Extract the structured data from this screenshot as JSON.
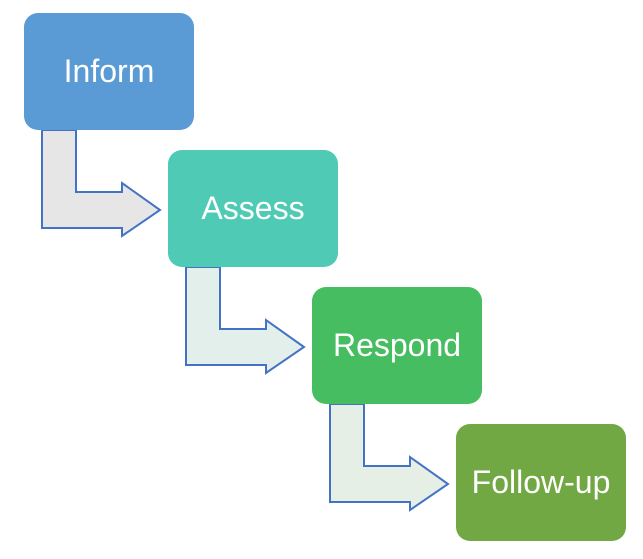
{
  "steps": [
    {
      "label": "Inform",
      "color": "#5b9bd5"
    },
    {
      "label": "Assess",
      "color": "#4fcab4"
    },
    {
      "label": "Respond",
      "color": "#46bd60"
    },
    {
      "label": "Follow-up",
      "color": "#72a844"
    }
  ],
  "arrows": [
    {
      "fill": "#e6e6e6",
      "stroke": "#4472c4"
    },
    {
      "fill": "#e2efea",
      "stroke": "#4472c4"
    },
    {
      "fill": "#e6efe6",
      "stroke": "#4472c4"
    }
  ]
}
